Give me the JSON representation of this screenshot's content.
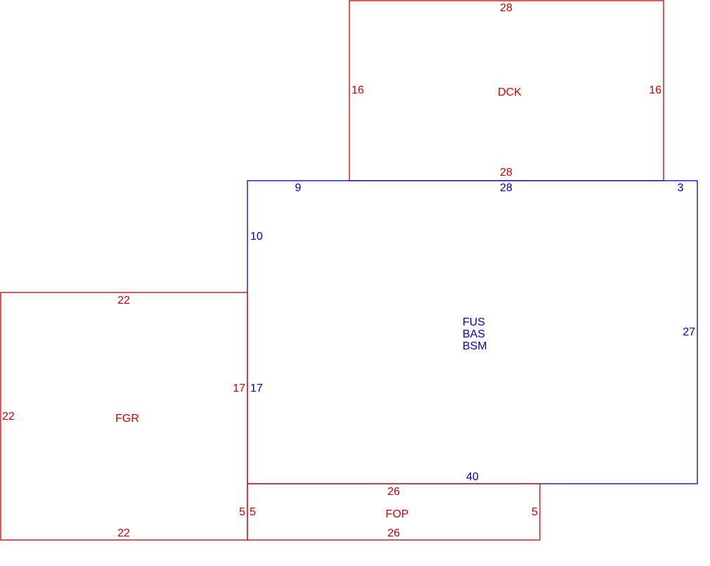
{
  "colors": {
    "main": "#0000bb",
    "addition": "#cc0000",
    "background": "#ffffff"
  },
  "areas": {
    "main": {
      "codes": [
        "FUS",
        "BAS",
        "BSM"
      ]
    },
    "deck": {
      "code": "DCK"
    },
    "garage": {
      "code": "FGR"
    },
    "porch": {
      "code": "FOP"
    }
  },
  "dimensions": {
    "main": {
      "top_left_segment": "9",
      "top_middle_segment": "28",
      "top_right_segment": "3",
      "left_upper_segment": "10",
      "left_lower_segment": "17",
      "right": "27",
      "bottom": "40"
    },
    "deck": {
      "top": "28",
      "bottom": "28",
      "left": "16",
      "right": "16"
    },
    "garage": {
      "top": "22",
      "bottom": "22",
      "left": "22",
      "right_upper": "17",
      "right_lower": "5"
    },
    "porch": {
      "top": "26",
      "bottom": "26",
      "left": "5",
      "right": "5"
    }
  }
}
